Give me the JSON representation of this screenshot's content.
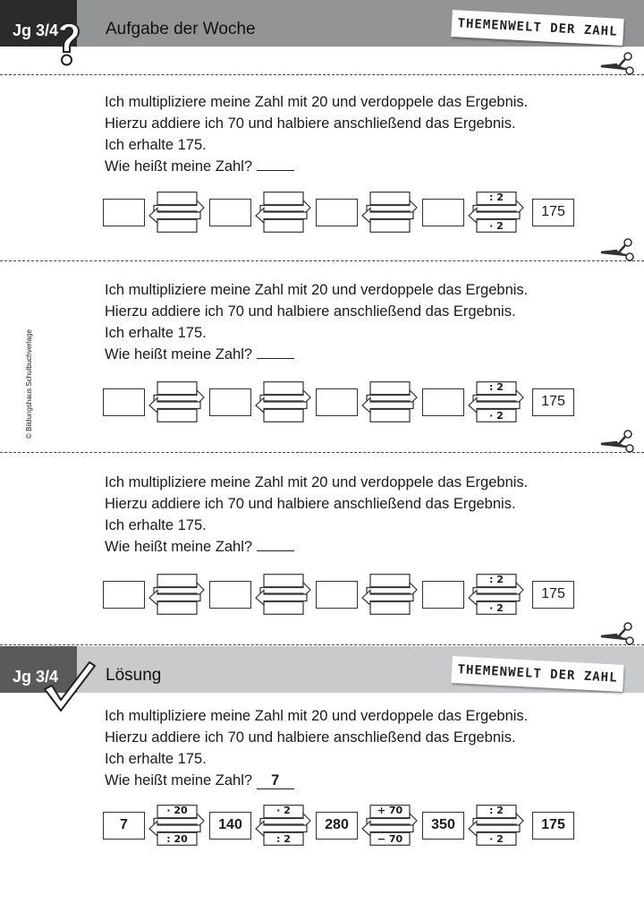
{
  "header": {
    "grade": "Jg 3/4",
    "title": "Aufgabe der Woche",
    "badge": "THEMENWELT DER ZAHL"
  },
  "solution_header": {
    "grade": "Jg 3/4",
    "title": "Lösung",
    "badge": "THEMENWELT DER ZAHL"
  },
  "copyright": "© Bildungshaus Schulbuchverlage",
  "task_lines": [
    "Ich multipliziere meine Zahl mit 20 und verdoppele das Ergebnis.",
    "Hierzu addiere ich 70 und halbiere anschließend das Ergebnis.",
    "Ich erhalte 175.",
    "Wie heißt meine Zahl?"
  ],
  "exercises": [
    {
      "answer": "",
      "chain": {
        "boxes": [
          "",
          "",
          "",
          "",
          "175"
        ],
        "ops": [
          [
            "",
            ""
          ],
          [
            "",
            ""
          ],
          [
            "",
            ""
          ],
          [
            ": 2",
            "· 2"
          ]
        ]
      }
    },
    {
      "answer": "",
      "chain": {
        "boxes": [
          "",
          "",
          "",
          "",
          "175"
        ],
        "ops": [
          [
            "",
            ""
          ],
          [
            "",
            ""
          ],
          [
            "",
            ""
          ],
          [
            ": 2",
            "· 2"
          ]
        ]
      }
    },
    {
      "answer": "",
      "chain": {
        "boxes": [
          "",
          "",
          "",
          "",
          "175"
        ],
        "ops": [
          [
            "",
            ""
          ],
          [
            "",
            ""
          ],
          [
            "",
            ""
          ],
          [
            ": 2",
            "· 2"
          ]
        ]
      }
    }
  ],
  "solution": {
    "answer": "7",
    "chain": {
      "boxes": [
        "7",
        "140",
        "280",
        "350",
        "175"
      ],
      "ops": [
        [
          "· 20",
          ": 20"
        ],
        [
          "· 2",
          ": 2"
        ],
        [
          "+ 70",
          "− 70"
        ],
        [
          ": 2",
          "· 2"
        ]
      ]
    }
  },
  "colors": {
    "dark": "#2b2b2d",
    "gray": "#939496",
    "solDark": "#5a5a5c",
    "solGray": "#c9cacc"
  }
}
